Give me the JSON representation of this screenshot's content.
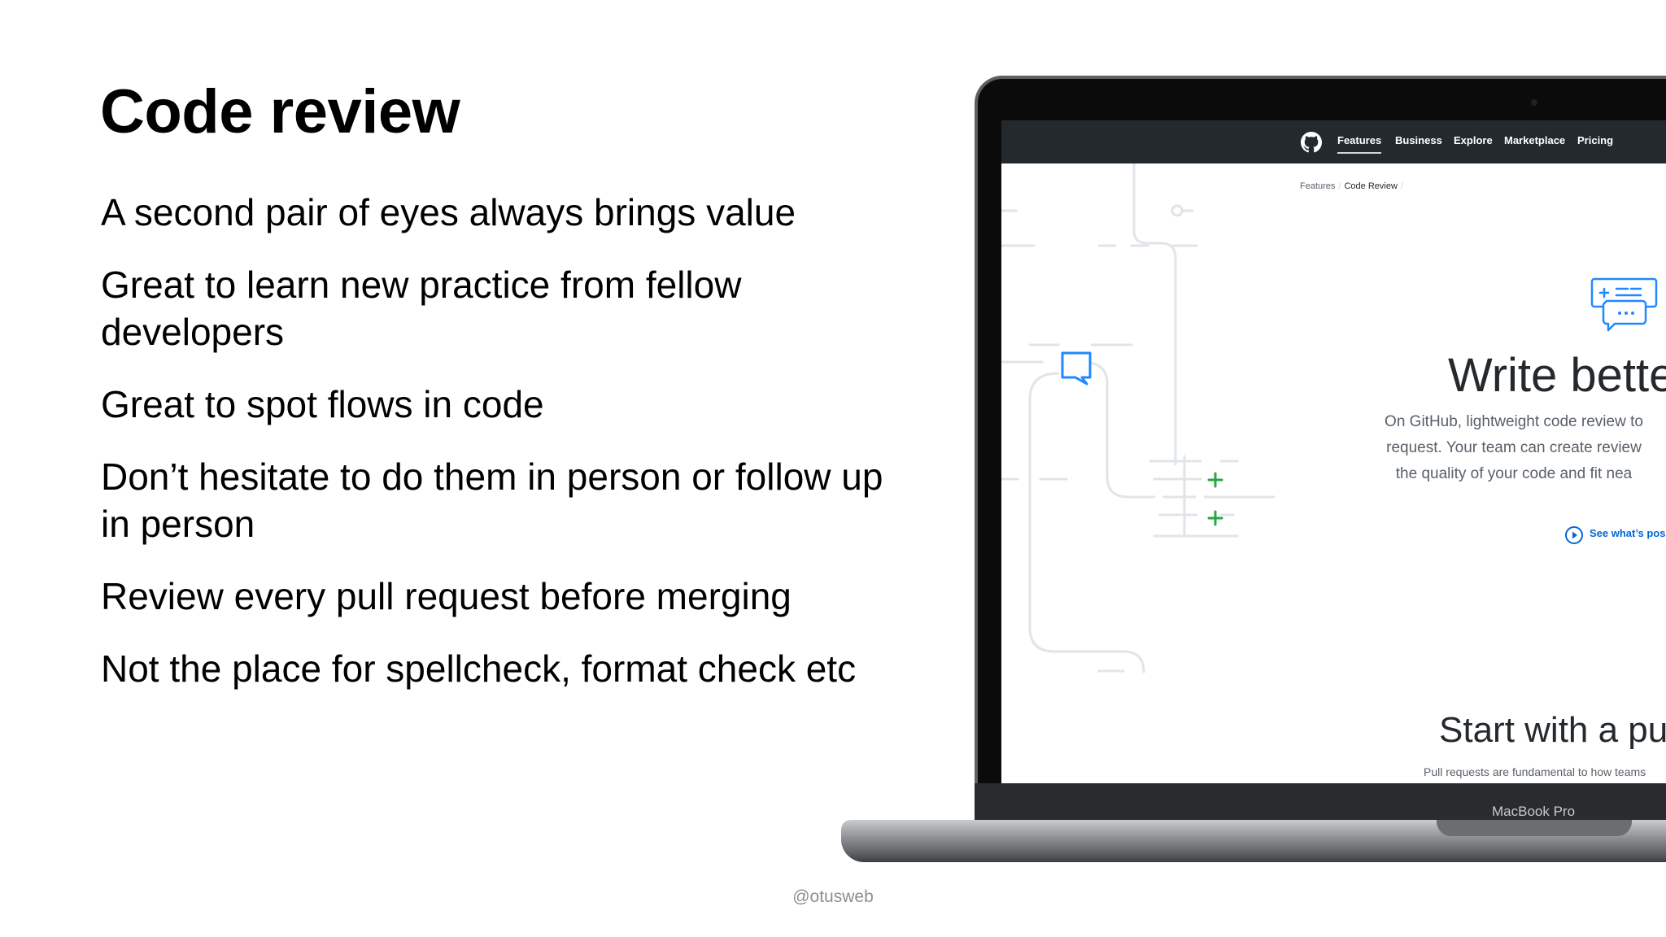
{
  "slide": {
    "title": "Code review",
    "bullets": [
      "A second pair of eyes always brings value",
      "Great to learn new practice from fellow developers",
      "Great to spot flows in code",
      "Don’t hesitate to do them in person or follow up in person",
      "Review every pull request before merging",
      "Not the place for spellcheck, format check etc"
    ],
    "footer": "@otusweb"
  },
  "laptop": {
    "label": "MacBook Pro",
    "screen": {
      "nav_items": [
        "Features",
        "Business",
        "Explore",
        "Marketplace",
        "Pricing"
      ],
      "active_nav": "Features",
      "breadcrumb": [
        "Features",
        "Code Review"
      ],
      "hero_title": "Write bette",
      "hero_lines": [
        "On GitHub, lightweight code review to",
        "request. Your team can create review",
        "the quality of your code and fit nea"
      ],
      "link_text": "See what’s poss",
      "section_title": "Start with a pu",
      "section_text": "Pull requests are fundamental to how teams"
    }
  },
  "colors": {
    "github_nav": "#24292e",
    "link_blue": "#0366d6",
    "add_green": "#28a745",
    "comment_blue": "#2188ff"
  }
}
